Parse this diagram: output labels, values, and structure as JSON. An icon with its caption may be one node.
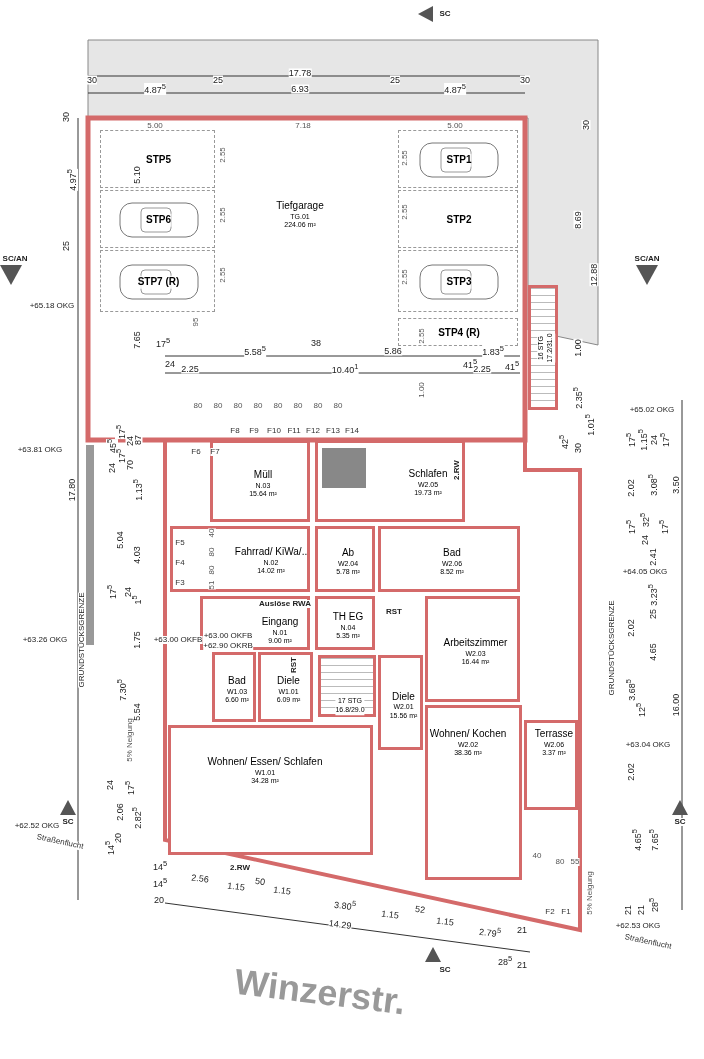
{
  "diagram": {
    "nodes": [
      {
        "text": [
          "Tiefgarage",
          "TG.01",
          "224.06 m²"
        ]
      },
      {
        "text": [
          "STP5"
        ],
        "in": 0
      },
      {
        "text": [
          "STP1"
        ],
        "in": 0
      },
      {
        "text": [
          "STP6"
        ],
        "in": 0
      },
      {
        "text": [
          "STP2"
        ],
        "in": 0
      },
      {
        "text": [
          "STP7 (R)"
        ],
        "in": 0
      },
      {
        "text": [
          "STP3"
        ],
        "in": 0
      },
      {
        "text": [
          "STP4 (R)"
        ],
        "in": 0
      },
      {
        "text": [
          "16 STG",
          "17.2/31.0"
        ]
      },
      {
        "text": [
          "Müll",
          "N.03",
          "15.64 m²"
        ]
      },
      {
        "text": [
          "Schlafen",
          "W2.05",
          "19.73 m²"
        ]
      },
      {
        "text": [
          "Fahrrad/ KiWa/..",
          "N.02",
          "14.02 m²"
        ]
      },
      {
        "text": [
          "Ab",
          "W2.04",
          "5.78 m²"
        ]
      },
      {
        "text": [
          "Bad",
          "W2.06",
          "8.52 m²"
        ]
      },
      {
        "text": [
          "Eingang",
          "N.01",
          "9.00 m²"
        ]
      },
      {
        "text": [
          "TH EG",
          "N.04",
          "5.35 m²"
        ]
      },
      {
        "text": [
          "Arbeitszimmer",
          "W2.03",
          "16.44 m²"
        ]
      },
      {
        "text": [
          "Bad",
          "W1.03",
          "6.60 m²"
        ]
      },
      {
        "text": [
          "Diele",
          "W1.01",
          "6.09 m²"
        ]
      },
      {
        "text": [
          "17 STG",
          "16.8/29.0"
        ]
      },
      {
        "text": [
          "Diele",
          "W2.01",
          "15.56 m²"
        ]
      },
      {
        "text": [
          "Terrasse",
          "W2.06",
          "3.37 m²"
        ]
      },
      {
        "text": [
          "Wohnen/ Kochen",
          "W2.02",
          "38.36 m²"
        ]
      },
      {
        "text": [
          "Wohnen/ Essen/ Schlafen",
          "W1.01",
          "34.28 m²"
        ]
      }
    ],
    "labels": [
      "17.78",
      "30",
      "25",
      "25",
      "30",
      "4.87$^{5}$",
      "6.93",
      "4.87$^{5}$",
      "5.00",
      "7.18",
      "5.00",
      "30",
      "4.97$^{5}$",
      "25",
      "5.10",
      "2.55",
      "2.55",
      "2.55",
      "2.55",
      "2.55",
      "2.55",
      "2.55",
      "95",
      "7.65",
      "1.00",
      "17$^{5}$",
      "5.58$^{5}$",
      "38",
      "5.86",
      "1.83$^{5}$",
      "24",
      "41$^{5}$",
      "41$^{5}$",
      "2.25",
      "10.40$^{1}$",
      "2.25",
      "30",
      "8.69",
      "12.88",
      "1.00",
      "2.35$^{5}$",
      "SC/AN",
      "SC/AN",
      "+65.18 OKG",
      "+65.02 OKG",
      "80",
      "80",
      "80",
      "80",
      "80",
      "80",
      "80",
      "80",
      "F8",
      "F9",
      "F10",
      "F11",
      "F12",
      "F13",
      "F14",
      "F6",
      "F7",
      "1.01$^{5}$",
      "42$^{5}$",
      "30",
      "17.80",
      "+63.81 OKG",
      "45$^{5}$",
      "17$^{5}$",
      "24",
      "24",
      "17$^{5}$",
      "87",
      "70",
      "1.13$^{5}$",
      "5.04",
      "4.03",
      "17$^{5}$",
      "24",
      "1$^{5}$",
      "1.75",
      "+63.26 OKG",
      "+63.00 OKFB",
      "+63.00 OKFB",
      "+62.90 OKRB",
      "GRUNDSTÜCKSGRENZE",
      "GRUNDSTÜCKSGRENZE",
      "7.30$^{5}$",
      "5.54",
      "5% Neigung",
      "24",
      "17$^{5}$",
      "2.06",
      "2.82$^{5}$",
      "20",
      "14$^{5}$",
      "+62.52 OKG",
      "Straßenflucht",
      "SC",
      "SC",
      "17$^{5}$",
      "1.15$^{5}$",
      "24",
      "17$^{5}$",
      "2.02",
      "3.08$^{5}$",
      "3.50",
      "17$^{5}$",
      "24",
      "32$^{5}$",
      "17$^{5}$",
      "2.41",
      "+64.05 OKG",
      "3.23$^{5}$",
      "25",
      "2.02",
      "4.65",
      "3.68$^{5}$",
      "12$^{5}$",
      "16.00",
      "+63.04 OKG",
      "2.02",
      "4.65$^{5}$",
      "7.65$^{5}$",
      "21",
      "21",
      "28$^{5}$",
      "+62.53 OKG",
      "Straßenflucht",
      "40",
      "80",
      "55",
      "F2",
      "F1",
      "5% Neigung",
      "14$^{5}$",
      "14$^{5}$",
      "20",
      "2.56",
      "1.15",
      "50",
      "1.15",
      "3.80$^{5}$",
      "1.15",
      "52",
      "1.15",
      "2.79$^{5}$",
      "21",
      "28$^{5}$",
      "21",
      "14.29",
      "SC",
      "SC",
      "Winzerstr.",
      "2.RW",
      "2.RW",
      "RST",
      "RST",
      "Auslöse RWA",
      "F5",
      "F4",
      "F3",
      "40",
      "80",
      "80",
      "51"
    ]
  }
}
